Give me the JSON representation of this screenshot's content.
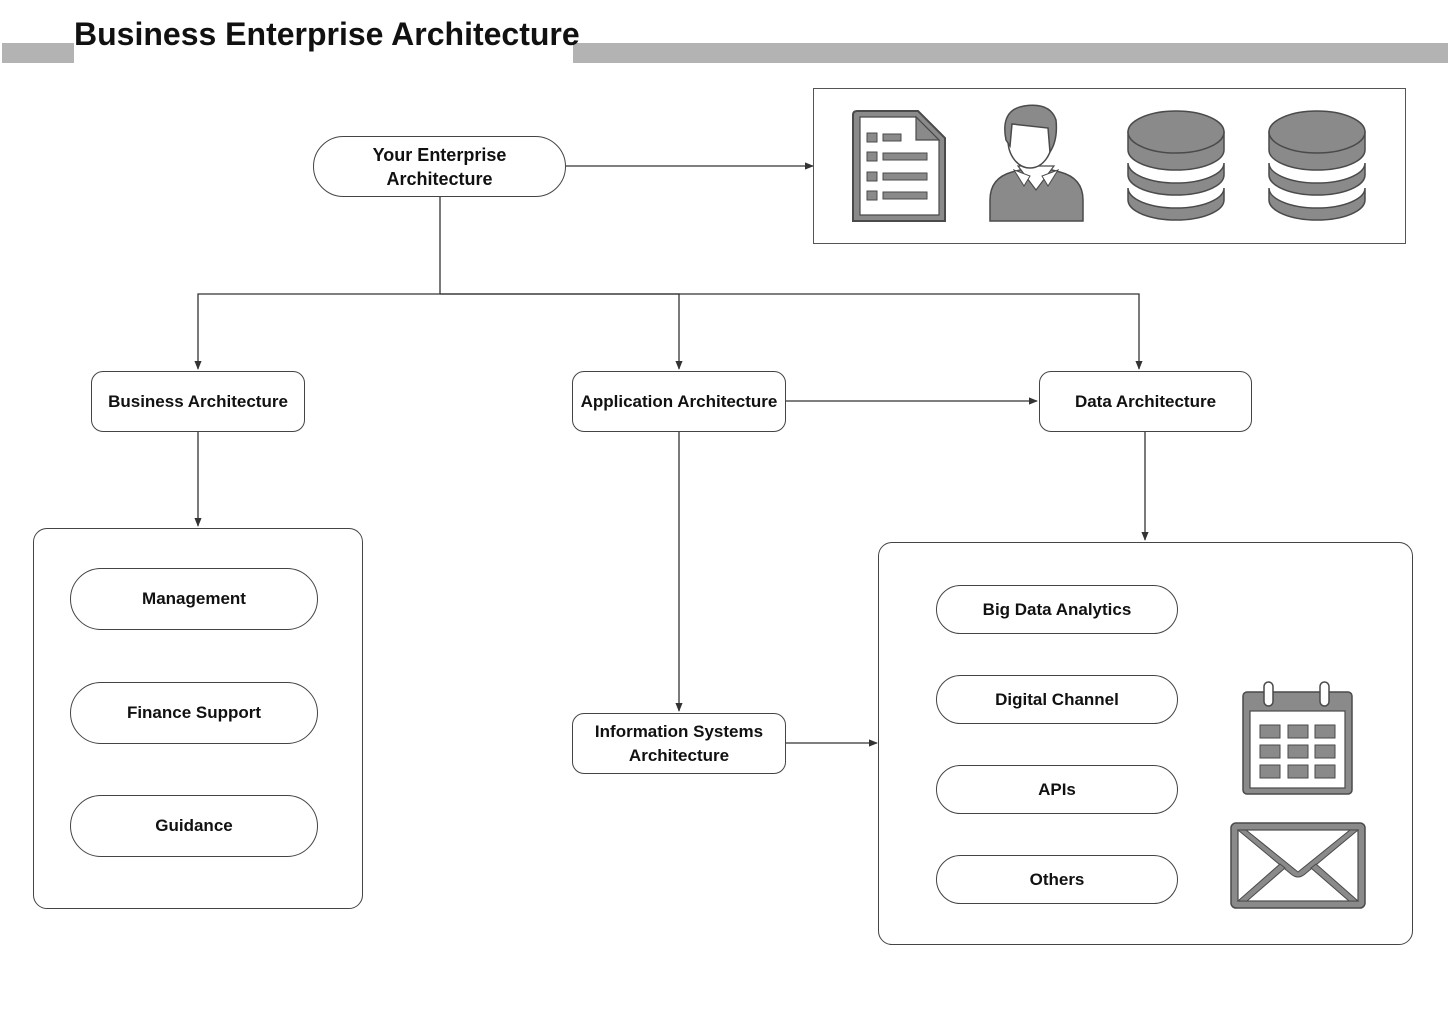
{
  "title": "Business Enterprise Architecture",
  "root": {
    "line1": "Your Enterprise",
    "line2": "Architecture"
  },
  "icons": [
    "document-icon",
    "user-icon",
    "database-icon",
    "database-icon",
    "calendar-icon",
    "mail-icon"
  ],
  "branches": {
    "business": "Business Architecture",
    "application": "Application Architecture",
    "data": "Data Architecture"
  },
  "info_systems": {
    "line1": "Information Systems",
    "line2": "Architecture"
  },
  "business_items": [
    "Management",
    "Finance Support",
    "Guidance"
  ],
  "data_items": [
    "Big Data Analytics",
    "Digital Channel",
    "APIs",
    "Others"
  ],
  "colors": {
    "icon_fill": "#8a8a8a",
    "icon_stroke": "#4a4a4a",
    "line": "#333333",
    "title_bar": "#b3b3b3"
  }
}
